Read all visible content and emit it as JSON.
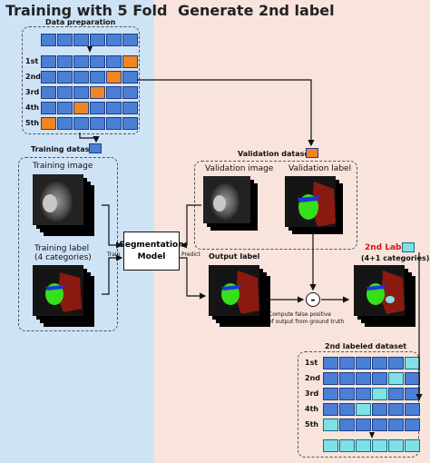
{
  "panels": {
    "left_title": "Training with 5 Fold",
    "right_title": "Generate 2nd label"
  },
  "data_prep": {
    "title": "Data preparation",
    "folds": [
      "1st",
      "2nd",
      "3rd",
      "4th",
      "5th"
    ]
  },
  "labels": {
    "training_dataset": "Training dataset",
    "training_image": "Training image",
    "training_label_1": "Training label",
    "training_label_2": "(4 categories)",
    "train": "Train",
    "segmentation_1": "Segmentation",
    "segmentation_2": "Model",
    "predict": "Predict",
    "output_label": "Output label",
    "validation_dataset": "Validation dataset",
    "validation_image": "Validation image",
    "validation_label": "Validation label",
    "minus": "-",
    "compute_1": "Compute false positive",
    "compute_2": "of output from ground truth",
    "second_label": "2nd Label",
    "categories": "(4+1 categories)",
    "second_dataset": "2nd labeled dataset"
  },
  "second_dataset": {
    "folds": [
      "1st",
      "2nd",
      "3rd",
      "4th",
      "5th"
    ]
  },
  "colors": {
    "blue": "#4a7fd6",
    "orange": "#f08522",
    "cyan": "#7fe0e8",
    "left_bg": "#cfe3f6",
    "right_bg": "#f8e4dc"
  }
}
